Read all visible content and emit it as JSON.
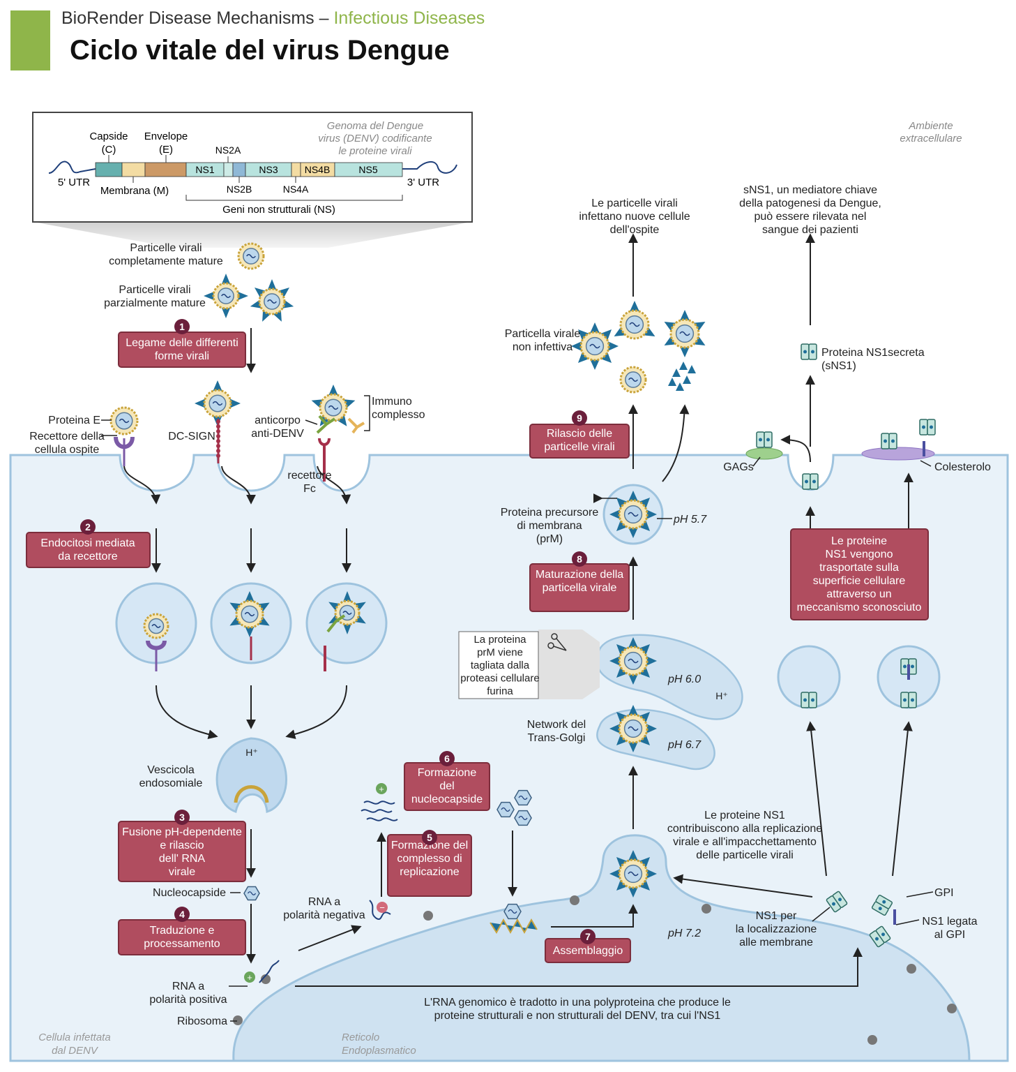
{
  "header": {
    "brand": "BioRender Disease Mechanisms",
    "separator": " – ",
    "category": "Infectious Diseases",
    "title": "Ciclo vitale del virus Dengue",
    "accent_color": "#8fb54a"
  },
  "colors": {
    "cell_fill": "#e9f2f9",
    "cell_stroke": "#9ec3de",
    "step_box": "#b04d5f",
    "step_box_stroke": "#7c2d3c",
    "step_number": "#6b1f3b",
    "virus_ring": "#c9a33a",
    "virus_core": "#bcd7ec",
    "spike": "#1f6f9a",
    "antibody": "#7aa33f",
    "receptor": "#a5304a",
    "ns1": "#c7e6df"
  },
  "genome": {
    "title": "Genoma del Dengue virus (DENV) codificante le proteine virali",
    "capsid": "Capside",
    "capsid_abbr": "(C)",
    "envelope": "Envelope",
    "envelope_abbr": "(E)",
    "membrane": "Membrana (M)",
    "utr5": "5' UTR",
    "utr3": "3' UTR",
    "ns1": "NS1",
    "ns2a": "NS2A",
    "ns2b": "NS2B",
    "ns3": "NS3",
    "ns4a": "NS4A",
    "ns4b": "NS4B",
    "ns5": "NS5",
    "nonstructural": "Geni non strutturali (NS)"
  },
  "extracellular": "Ambiente extracellulare",
  "infected_cell": "Cellula infettata dal DENV",
  "er_label": "Reticolo Endoplasmatico",
  "steps": [
    {
      "num": "1",
      "label": "Legame delle differenti forme virali"
    },
    {
      "num": "2",
      "label": "Endocitosi mediata da recettore"
    },
    {
      "num": "3",
      "label": "Fusione pH-dependente  e rilascio dell' RNA virale"
    },
    {
      "num": "4",
      "label": "Traduzione e processamento"
    },
    {
      "num": "5",
      "label": "Formazione del complesso di replicazione"
    },
    {
      "num": "6",
      "label": "Formazione del nucleocapside"
    },
    {
      "num": "7",
      "label": "Assemblaggio"
    },
    {
      "num": "8",
      "label": "Maturazione della particella virale"
    },
    {
      "num": "9",
      "label": "Rilascio delle particelle virali"
    }
  ],
  "ns1_box": "Le proteine NS1 vengono trasportate sulla superficie cellulare attraverso un meccanismo sconosciuto",
  "labels": {
    "mature": "Particelle virali completamente mature",
    "partial": "Particelle virali parzialmente  mature",
    "protein_e": "Proteina E",
    "host_receptor": "Recettore della cellula ospite",
    "dc_sign": "DC-SIGN",
    "antibody": "anticorpo anti-DENV",
    "immune_complex": "Immuno complesso",
    "fc_receptor": "recettore Fc",
    "endosomal_vesicle": "Vescicola endosomiale",
    "h_plus": "H⁺",
    "nucleocapsid": "Nucleocapside",
    "positive_rna": "RNA a polarità positiva",
    "negative_rna": "RNA a polarità negativa",
    "ribosome": "Ribosoma",
    "infect_new": "Le particelle virali infettano nuove cellule dell'ospite",
    "non_infective": "Particella virale non infettiva",
    "prm": "Proteina precursore di membrana (prM)",
    "ph57": "pH 5.7",
    "ph60": "pH 6.0",
    "ph67": "pH 6.7",
    "ph72": "pH 7.2",
    "furin": "La proteina prM viene tagliata dalla proteasi cellulare furina",
    "tgn": "Network del Trans-Golgi",
    "sns1_key": "sNS1, un mediatore chiave della patogenesi da Dengue, può essere rilevata nel sangue dei pazienti",
    "secreted_ns1": "Proteina NS1secreta (sNS1)",
    "gags": "GAGs",
    "cholesterol": "Colesterolo",
    "ns1_contribute": "Le proteine NS1 contribuiscono alla replicazione virale e all'impacchettamento delle particelle virali",
    "ns1_membrane": "NS1 per la localizzazione alle membrane",
    "gpi": "GPI",
    "ns1_gpi": "NS1 legata al GPI",
    "polyprotein": "L'RNA genomico è tradotto in una polyproteina che produce le proteine strutturali e non strutturali del DENV,  tra cui l'NS1"
  }
}
